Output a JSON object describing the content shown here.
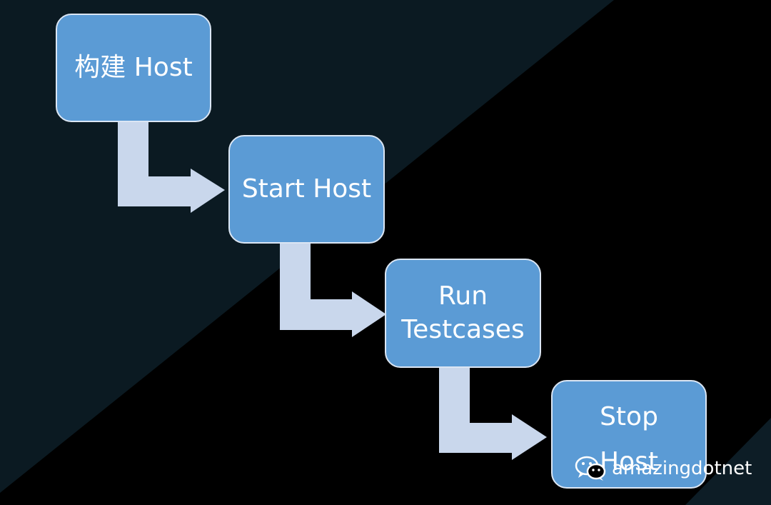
{
  "colors": {
    "background_light": "#0b1a22",
    "background_dark": "#000000",
    "box_fill": "#5b9bd5",
    "box_border": "#dbe6f4",
    "arrow_fill": "#c9d7ec",
    "text": "#ffffff"
  },
  "flow": {
    "steps": [
      {
        "label": "构建 Host"
      },
      {
        "label": "Start Host"
      },
      {
        "label": "Run\nTestcases"
      },
      {
        "label": "Stop\nHost"
      }
    ]
  },
  "watermark": {
    "icon": "wechat-icon",
    "text": "amazingdotnet"
  }
}
